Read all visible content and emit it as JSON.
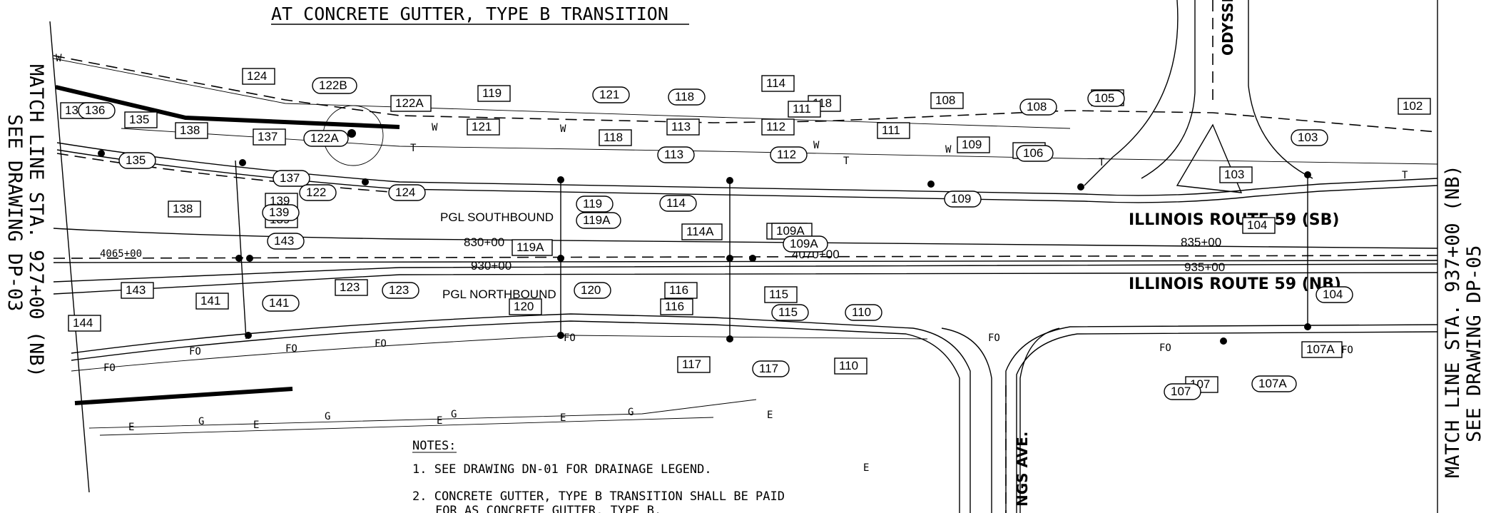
{
  "title": "AT CONCRETE GUTTER, TYPE B TRANSITION",
  "match_left": [
    "MATCH LINE STA. 927+00 (NB)",
    "SEE DRAWING DP-03"
  ],
  "match_right": [
    "MATCH LINE STA. 937+00 (NB)",
    "SEE DRAWING DP-05"
  ],
  "roads": {
    "pgl_sb": "PGL SOUTHBOUND",
    "pgl_nb": "PGL NORTHBOUND",
    "route_sb": "ILLINOIS ROUTE 59 (SB)",
    "route_nb": "ILLINOIS ROUTE 59 (NB)",
    "odyssey": "ODYSSEY",
    "cross_ave": "NGS AVE."
  },
  "stations": {
    "s4065": "4065+00",
    "s830": "830+00",
    "s930": "930+00",
    "s4070": "4070+00",
    "s835": "835+00",
    "s935": "935+00"
  },
  "notes": {
    "heading": "NOTES:",
    "n1": "1.  SEE DRAWING DN-01 FOR DRAINAGE LEGEND.",
    "n2": "2.  CONCRETE GUTTER, TYPE B TRANSITION SHALL BE PAID",
    "n2b": "FOR AS CONCRETE GUTTER, TYPE B."
  },
  "box_labels": [
    "124",
    "119",
    "114",
    "118",
    "111",
    "108",
    "105",
    "102",
    "136",
    "135",
    "138",
    "137",
    "121",
    "118",
    "113",
    "112",
    "111",
    "109",
    "106",
    "103",
    "138",
    "139",
    "139",
    "119A",
    "120",
    "143",
    "141",
    "123",
    "144",
    "116",
    "116",
    "115",
    "110",
    "117",
    "104",
    "107",
    "107A",
    "114A",
    "114A",
    "109A",
    "122A"
  ],
  "oval_labels": [
    "122B",
    "121",
    "118",
    "108",
    "105",
    "103",
    "135",
    "136",
    "137",
    "122",
    "124",
    "122A",
    "119",
    "119A",
    "113",
    "112",
    "106",
    "109",
    "114",
    "109A",
    "120",
    "123",
    "141",
    "115",
    "117",
    "110",
    "107",
    "107A",
    "104",
    "139",
    "143"
  ],
  "line_codes": {
    "w": "W",
    "t": "T",
    "fo": "FO",
    "g": "G",
    "e": "E"
  }
}
